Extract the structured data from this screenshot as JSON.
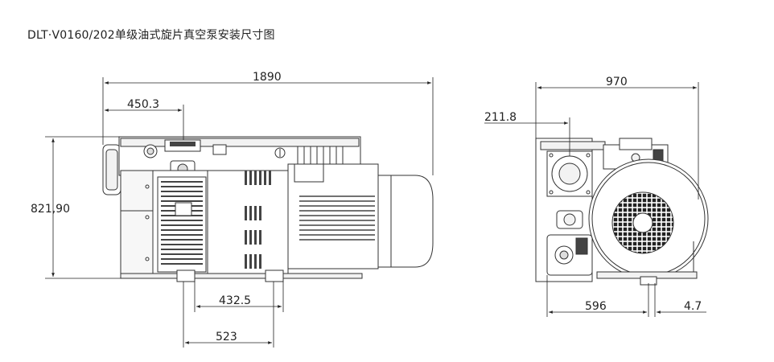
{
  "title": "DLT·V0160/202单级油式旋片真空泵安装尺寸图",
  "dimensions": {
    "front_total_length": "1890",
    "front_inlet_offset": "450.3",
    "front_height": "821,90",
    "front_foot_span_inner": "432.5",
    "front_foot_span_outer": "523",
    "side_total_width": "970",
    "side_inlet_offset": "211.8",
    "side_foot_span": "596",
    "side_foot_offset": "4.7"
  },
  "colors": {
    "line": "#333333",
    "fill_dark": "#444444",
    "fill_light": "#f2f2f2"
  }
}
